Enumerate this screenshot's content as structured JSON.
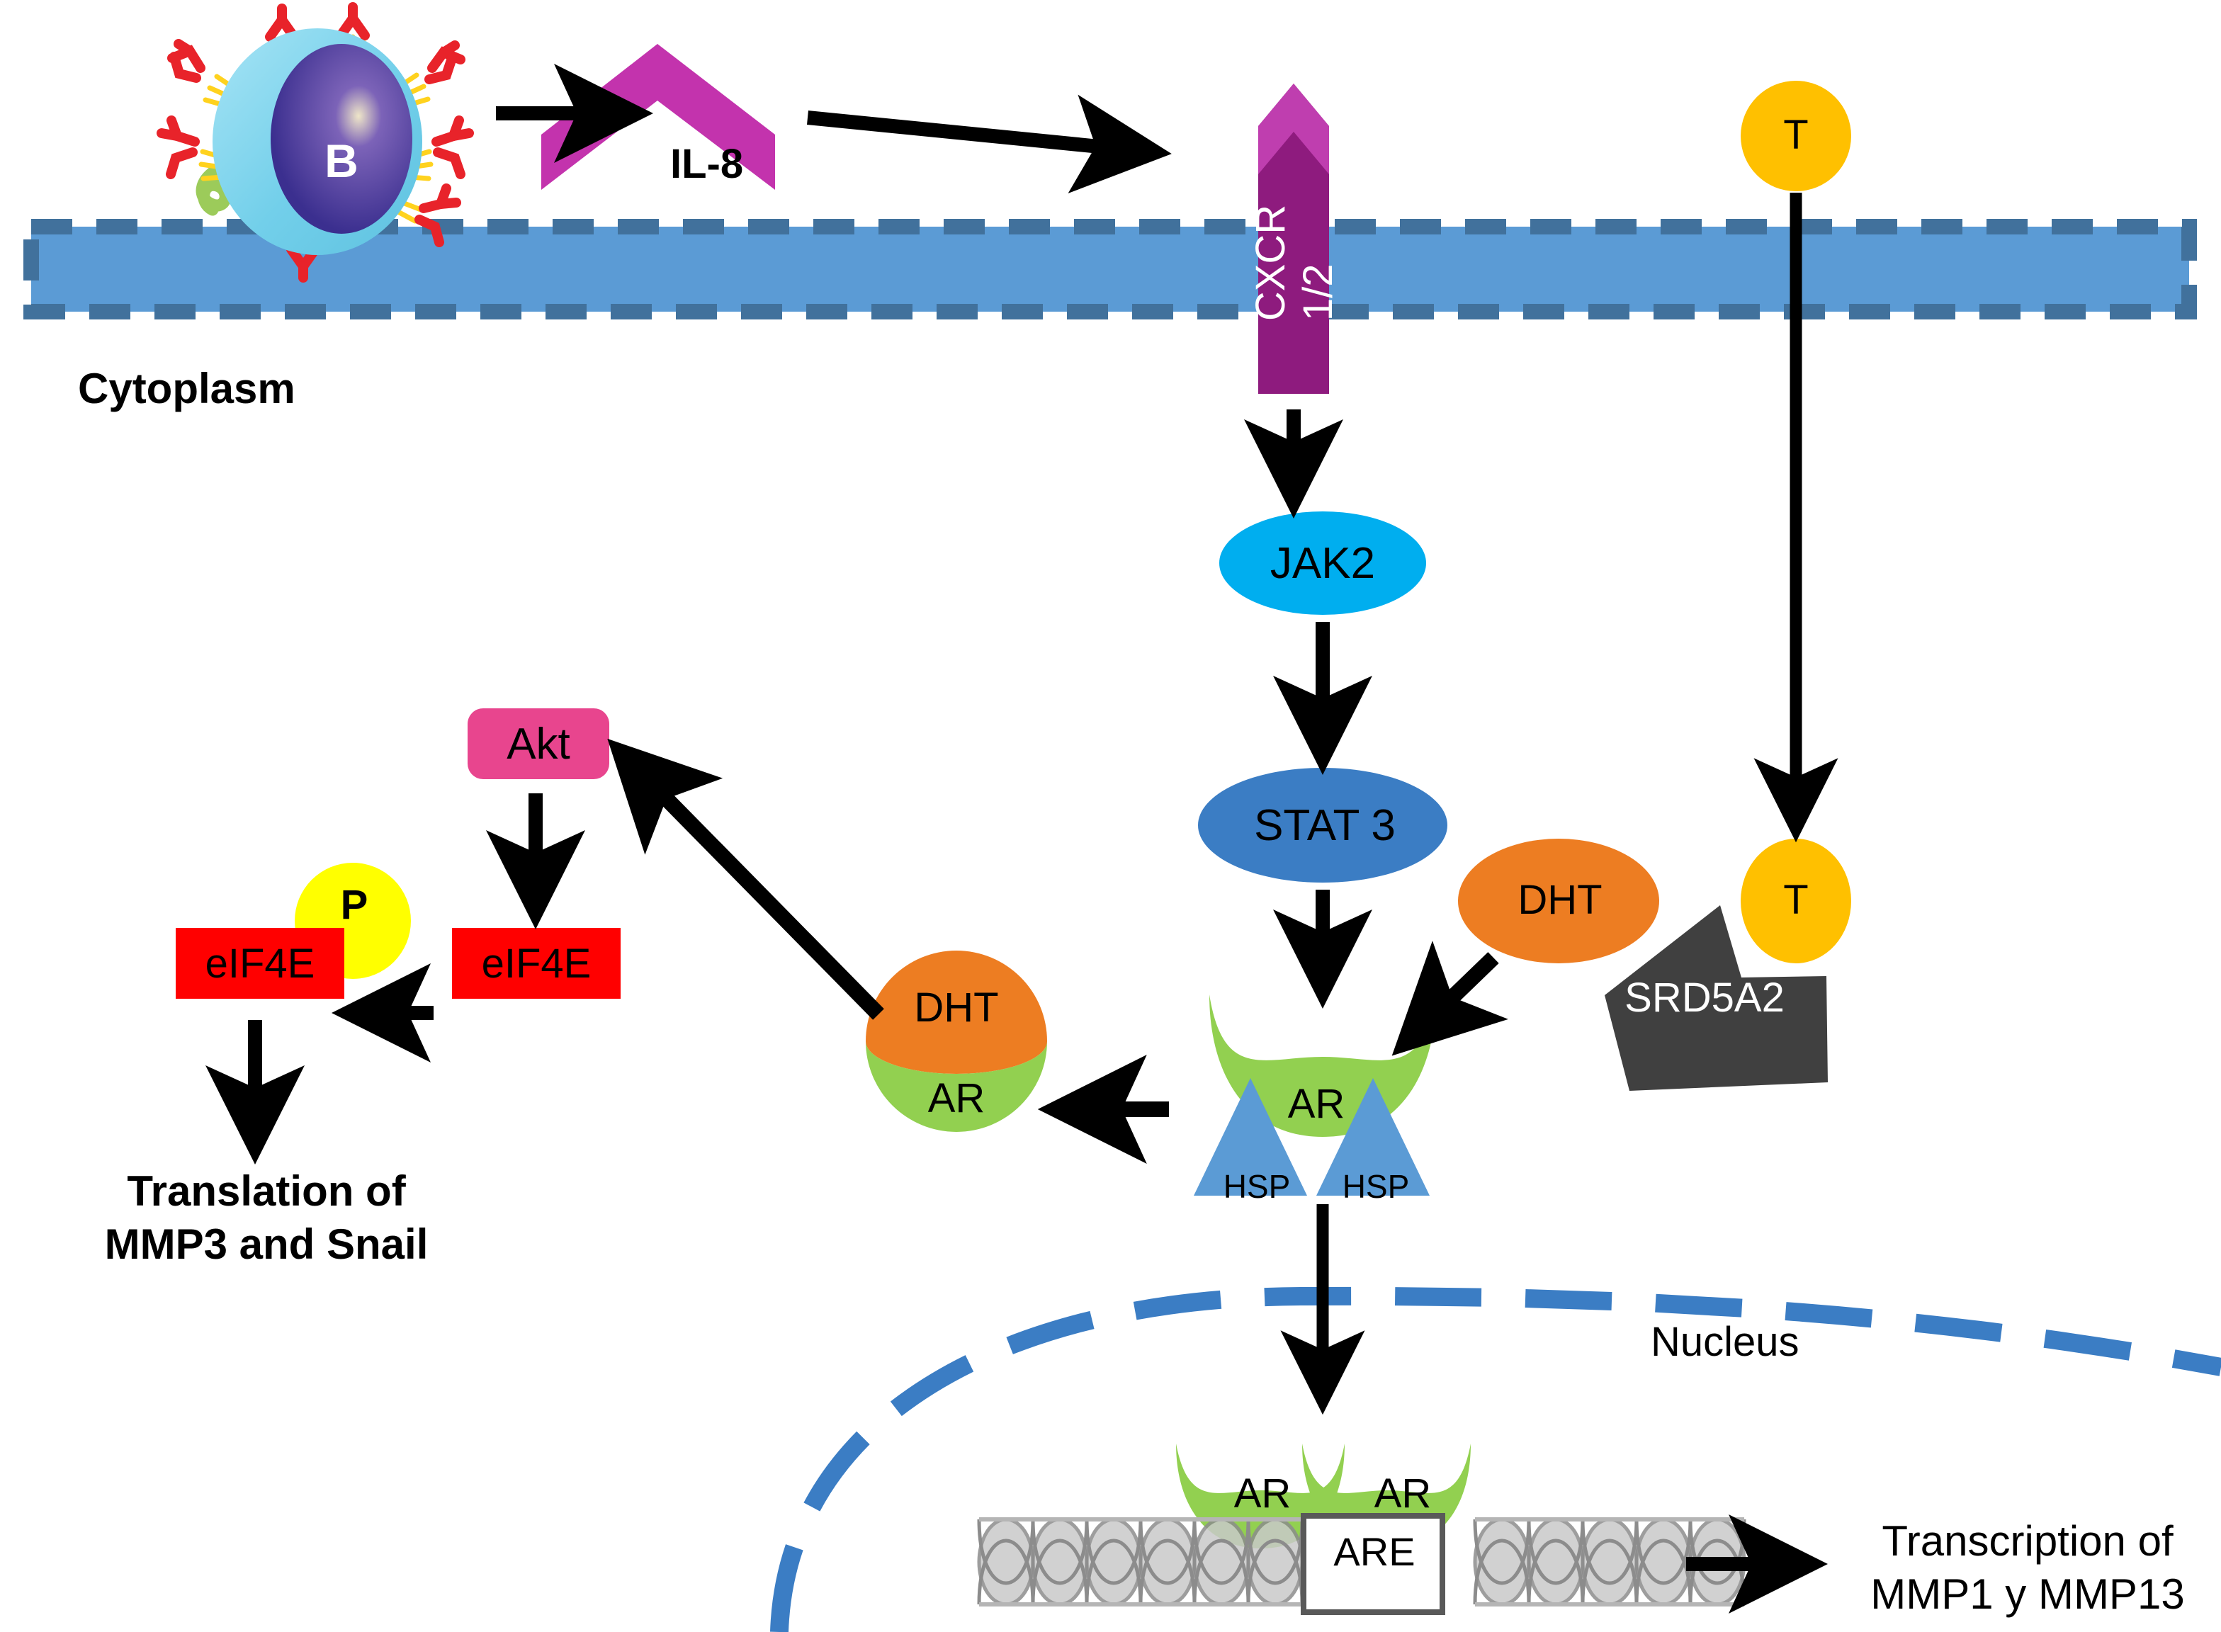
{
  "figure": {
    "type": "signaling-pathway-diagram",
    "background_color": "#FFFFFF"
  },
  "compartments": {
    "cytoplasm_label": "Cytoplasm",
    "nucleus_label": "Nucleus",
    "membrane_fill": "#5B9BD5",
    "membrane_dash": "#41719C",
    "nucleus_border": "#3B7DC4"
  },
  "nodes": {
    "b_cell": {
      "label": "B",
      "shape": "b-cell-illustration",
      "body_color": "#7FD4EE",
      "nucleus_color": "#3B2F8F",
      "receptor_color": "#E8232A",
      "stalk_color": "#FFD21E",
      "tail_color": "#9CCB5A"
    },
    "il8": {
      "label": "IL-8",
      "shape": "chevron",
      "color": "#C333AD"
    },
    "cxcr": {
      "label": "CXCR 1/2",
      "shape": "receptor-arrow",
      "color_body": "#8E1B7E",
      "color_head": "#BF3EAF",
      "text_color": "#FFFFFF"
    },
    "jak2": {
      "label": "JAK2",
      "shape": "ellipse",
      "color": "#00AEEF"
    },
    "stat3": {
      "label": "STAT 3",
      "shape": "ellipse",
      "color": "#3B7DC4"
    },
    "akt": {
      "label": "Akt",
      "shape": "rounded-rect",
      "color": "#E8458E"
    },
    "eif4e_right": {
      "label": "eIF4E",
      "shape": "rect",
      "color": "#FF0000"
    },
    "eif4e_left": {
      "label": "eIF4E",
      "shape": "rect",
      "color": "#FF0000"
    },
    "phospho": {
      "label": "P",
      "shape": "circle",
      "color": "#FFFF00"
    },
    "dht_ar_complex": {
      "top_label": "DHT",
      "bottom_label": "AR",
      "shape": "split-circle",
      "top_color": "#ED7D22",
      "bottom_color": "#92D050"
    },
    "ar_hsp": {
      "label": "AR",
      "shape": "crescent-cup",
      "color": "#92D050"
    },
    "hsp_left": {
      "label": "HSP",
      "shape": "triangle",
      "color": "#5B9BD5"
    },
    "hsp_right": {
      "label": "HSP",
      "shape": "triangle",
      "color": "#5B9BD5"
    },
    "dht_free": {
      "label": "DHT",
      "shape": "ellipse",
      "color": "#ED7D22"
    },
    "srd5a2": {
      "label": "SRD5A2",
      "shape": "polygon-wedge",
      "color": "#404040",
      "text_color": "#FFFFFF"
    },
    "testosterone_top": {
      "label": "T",
      "shape": "circle",
      "color": "#FFC000"
    },
    "testosterone_bottom": {
      "label": "T",
      "shape": "circle",
      "color": "#FFC000"
    },
    "ar_nucleus_left": {
      "label": "AR",
      "shape": "crescent-cup",
      "color": "#92D050"
    },
    "ar_nucleus_right": {
      "label": "AR",
      "shape": "crescent-cup",
      "color": "#92D050"
    },
    "are": {
      "label": "ARE",
      "shape": "rect-outline",
      "fill": "#FFFFFF",
      "border": "#595959"
    },
    "dna": {
      "shape": "double-helix",
      "color": "#A6A6A6"
    }
  },
  "outputs": {
    "translation": "Translation of\nMMP3 and Snail",
    "transcription": "Transcription of\nMMP1 y MMP13"
  },
  "edges": [
    {
      "from": "b_cell",
      "to": "il8",
      "style": "solid-arrow"
    },
    {
      "from": "il8",
      "to": "cxcr",
      "style": "solid-arrow"
    },
    {
      "from": "cxcr",
      "to": "jak2",
      "style": "solid-arrow"
    },
    {
      "from": "jak2",
      "to": "stat3",
      "style": "solid-arrow"
    },
    {
      "from": "stat3",
      "to": "ar_hsp",
      "style": "solid-arrow"
    },
    {
      "from": "ar_hsp",
      "to": "dht_ar_complex",
      "style": "solid-arrow"
    },
    {
      "from": "dht_ar_complex",
      "to": "akt",
      "style": "solid-arrow"
    },
    {
      "from": "akt",
      "to": "eif4e_right",
      "style": "solid-arrow"
    },
    {
      "from": "eif4e_right",
      "to": "eif4e_left",
      "style": "solid-arrow"
    },
    {
      "from": "eif4e_left",
      "to": "translation",
      "style": "solid-arrow"
    },
    {
      "from": "dht_free",
      "to": "ar_hsp",
      "style": "solid-arrow"
    },
    {
      "from": "testosterone_top",
      "to": "testosterone_bottom",
      "style": "solid-arrow"
    },
    {
      "from": "ar_hsp",
      "to": "are",
      "style": "solid-arrow"
    },
    {
      "from": "are",
      "to": "transcription",
      "style": "solid-arrow"
    }
  ]
}
